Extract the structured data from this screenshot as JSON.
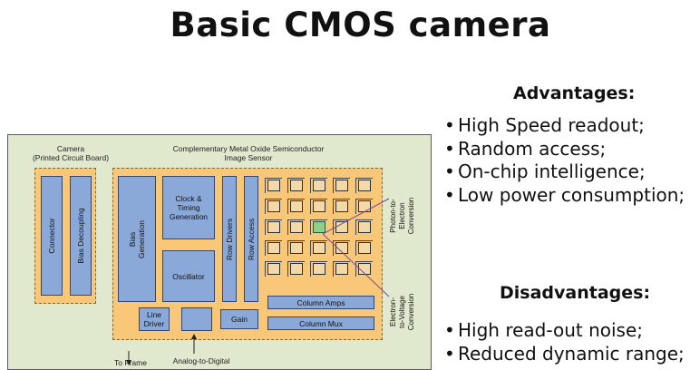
{
  "title": "Basic CMOS camera",
  "advantages": {
    "heading": "Advantages:",
    "items": [
      "High Speed readout;",
      "Random access;",
      "On-chip intelligence;",
      "Low power consumption;"
    ]
  },
  "disadvantages": {
    "heading": "Disadvantages:",
    "items": [
      "High read-out noise;",
      "Reduced dynamic range;"
    ]
  },
  "diagram": {
    "camera_label": "Camera\n(Printed Circuit Board)",
    "sensor_label": "Complementary Metal Oxide Semiconductor\nImage Sensor",
    "blocks": {
      "connector": "Connector",
      "bias_decoupling": "Bias Decoupling",
      "bias_generation": "Bias\nGeneration",
      "clock_timing": "Clock &\nTiming\nGeneration",
      "oscillator": "Oscillator",
      "row_drivers": "Row Drivers",
      "row_access": "Row Access",
      "column_amps": "Column Amps",
      "column_mux": "Column Mux",
      "line_driver": "Line\nDriver",
      "gain": "Gain"
    },
    "annotations": {
      "photon_to_electron": "Photon-to-Electron\nConversion",
      "electron_to_voltage": "Electron-to-Voltage\nConversion",
      "to_frame": "To Frame",
      "analog_to_digital": "Analog-to-Digital"
    },
    "colors": {
      "background": "#e0e8ce",
      "region": "#f8c878",
      "block": "#8aa8d8",
      "pixel": "#f3d9a8",
      "highlight_pixel": "#8bd08b"
    }
  },
  "bullet_char": "•"
}
